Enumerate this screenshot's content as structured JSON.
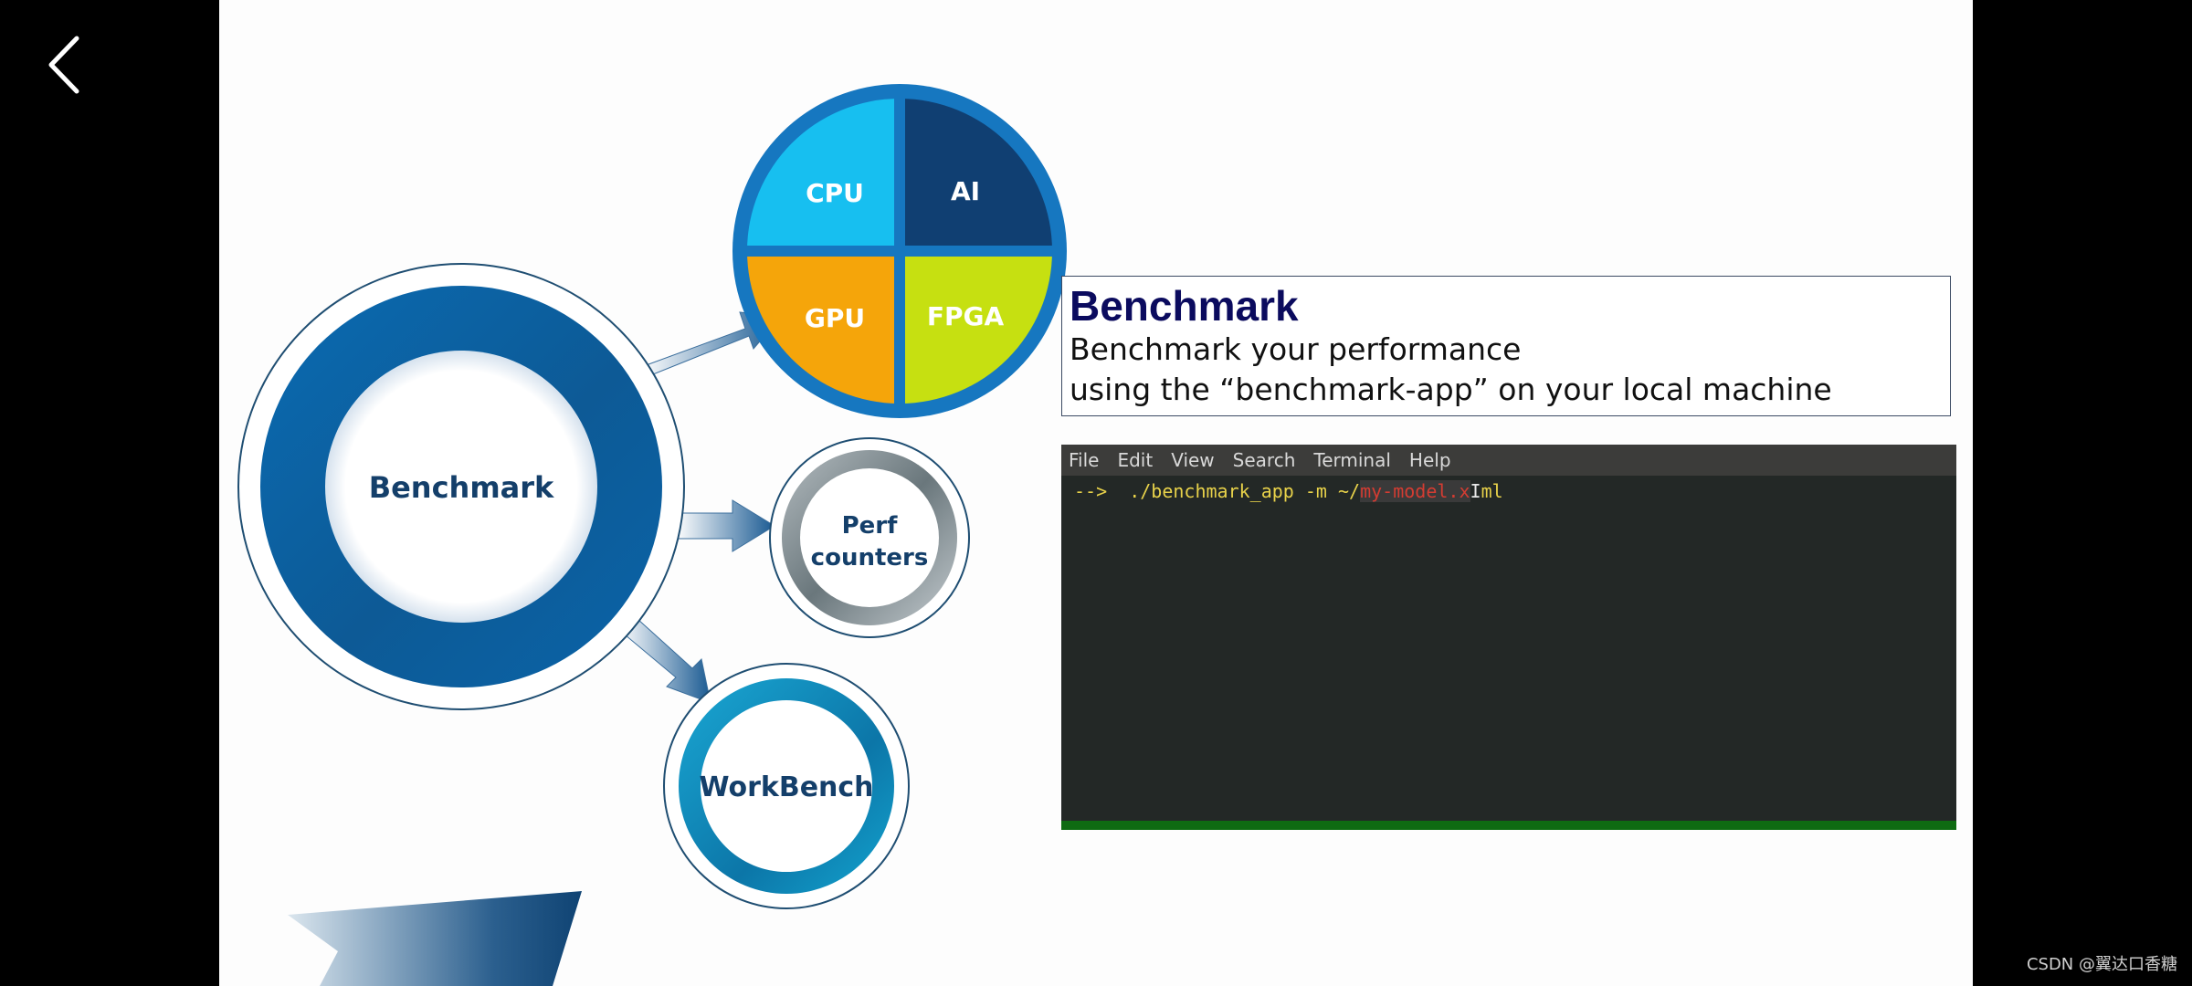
{
  "nav": {
    "back_icon": "chevron-left-icon"
  },
  "diagram": {
    "main_label": "Benchmark",
    "quadrants": {
      "cpu": "CPU",
      "ai": "AI",
      "gpu": "GPU",
      "fpga": "FPGA"
    },
    "perf_label_line1": "Perf",
    "perf_label_line2": "counters",
    "workbench_label": "WorkBench",
    "colors": {
      "cpu": "#17bff0",
      "ai": "#103f72",
      "gpu": "#f5a50a",
      "fpga": "#c6e011",
      "ring_blue": "#0a63a6",
      "accent_teal": "#0e9fca"
    }
  },
  "info": {
    "title": "Benchmark",
    "line1": "Benchmark your performance",
    "line2": "using the “benchmark-app” on your local machine"
  },
  "terminal": {
    "menu": [
      "File",
      "Edit",
      "View",
      "Search",
      "Terminal",
      "Help"
    ],
    "prompt": "-->",
    "command": "./benchmark_app -m ~/",
    "highlighted": "my-model.x",
    "caret": "I",
    "rest": "ml"
  },
  "watermark": "CSDN @翼达口香糖"
}
